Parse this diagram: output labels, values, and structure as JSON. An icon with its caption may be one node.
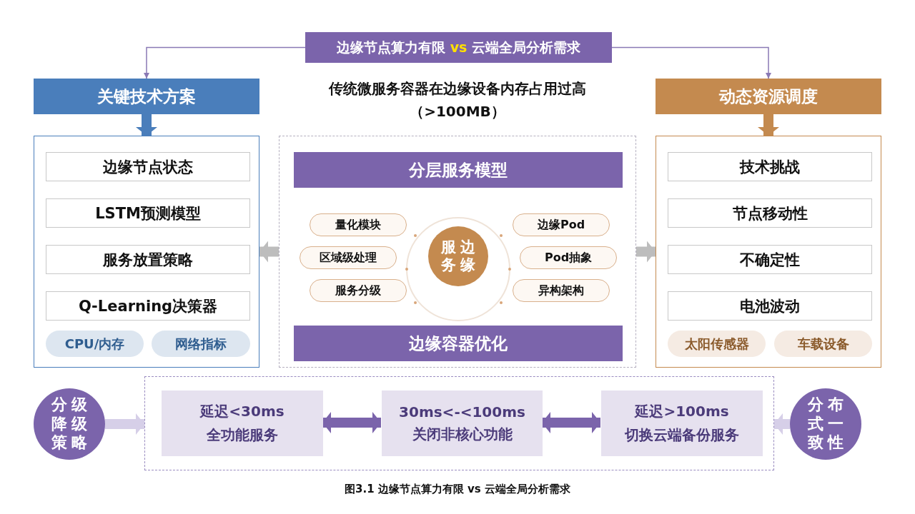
{
  "diagram": {
    "caption": "图3.1 边缘节点算力有限 vs 云端全局分析需求",
    "nodes": [
      {
        "text": [
          "边缘节点算力有限 **vs** 云端全局分析需求"
        ]
      },
      {
        "text": [
          "关键技术方案"
        ]
      },
      {
        "text": [],
        "shape": "box"
      },
      {
        "text": [
          "边缘节点状态"
        ],
        "in": 2
      },
      {
        "text": [
          "LSTM预测模型"
        ],
        "in": 2
      },
      {
        "text": [
          "服务放置策略"
        ],
        "in": 2
      },
      {
        "text": [
          "Q-Learning决策器"
        ],
        "in": 2
      },
      {
        "text": [
          "CPU/内存"
        ],
        "in": 2
      },
      {
        "text": [
          "网络指标"
        ],
        "in": 2
      },
      {
        "text": [
          "动态资源调度"
        ]
      },
      {
        "text": [],
        "shape": "box"
      },
      {
        "text": [
          "技术挑战"
        ],
        "in": 10
      },
      {
        "text": [
          "节点移动性"
        ],
        "in": 10
      },
      {
        "text": [
          "不确定性"
        ],
        "in": 10
      },
      {
        "text": [
          "电池波动"
        ],
        "in": 10
      },
      {
        "text": [
          "太阳传感器"
        ],
        "in": 10
      },
      {
        "text": [
          "车载设备"
        ],
        "in": 10
      },
      {
        "text": [],
        "shape": "box"
      },
      {
        "text": [
          "分层服务模型"
        ],
        "in": 17
      },
      {
        "text": [
          "量化模块"
        ],
        "in": 17
      },
      {
        "text": [
          "区域级处理"
        ],
        "in": 17
      },
      {
        "text": [
          "服务分级"
        ],
        "in": 17
      },
      {
        "text": [
          "服边务缘"
        ],
        "in": 17
      },
      {
        "text": [
          "边缘Pod"
        ],
        "in": 17
      },
      {
        "text": [
          "Pod抽象"
        ],
        "in": 17
      },
      {
        "text": [
          "异构架构"
        ],
        "in": 17
      },
      {
        "text": [
          "边缘容器优化"
        ],
        "in": 17
      },
      {
        "text": [
          "分级降级策略"
        ]
      },
      {
        "text": [],
        "shape": "box"
      },
      {
        "text": [
          "延迟<30ms",
          "全功能服务"
        ],
        "in": 28
      },
      {
        "text": [
          "30ms<-<100ms",
          "关闭非核心功能"
        ],
        "in": 28
      },
      {
        "text": [
          "延迟>100ms",
          "切换云端备份服务"
        ],
        "in": 28
      },
      {
        "text": [
          "分布式一致性"
        ]
      }
    ],
    "edges": [
      {
        "from": 0,
        "to": 1,
        "arrow": "to"
      },
      {
        "from": 0,
        "to": 9,
        "arrow": "to"
      },
      {
        "from": 1,
        "to": 2,
        "arrow": "to",
        "color": "#4a7ebb"
      },
      {
        "from": 9,
        "to": 10,
        "arrow": "to",
        "color": "#c48a4f"
      },
      {
        "from": 17,
        "to": 2,
        "arrow": "to",
        "color": "#bdbdbd"
      },
      {
        "from": 17,
        "to": 10,
        "arrow": "to",
        "color": "#bdbdbd"
      },
      {
        "from": 27,
        "to": 28,
        "arrow": "to",
        "color": "#d6cfe8"
      },
      {
        "from": 29,
        "to": 30,
        "arrow": "both",
        "color": "#7b64ab"
      },
      {
        "from": 30,
        "to": 31,
        "arrow": "both",
        "color": "#7b64ab"
      },
      {
        "from": 32,
        "to": 28,
        "arrow": "to",
        "color": "#d6cfe8"
      }
    ],
    "labels": [
      "传统微服务容器在边缘设备内存占用过高（>100MB）"
    ]
  }
}
